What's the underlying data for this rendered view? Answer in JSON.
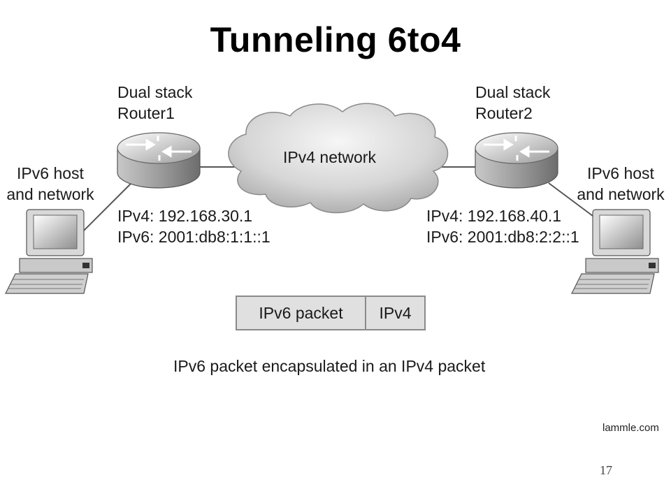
{
  "title": "Tunneling 6to4",
  "router1": {
    "label_line1": "Dual stack",
    "label_line2": "Router1",
    "ipv4": "IPv4: 192.168.30.1",
    "ipv6": "IPv6: 2001:db8:1:1::1"
  },
  "router2": {
    "label_line1": "Dual stack",
    "label_line2": "Router2",
    "ipv4": "IPv4: 192.168.40.1",
    "ipv6": "IPv6: 2001:db8:2:2::1"
  },
  "cloud_label": "IPv4 network",
  "host_left": {
    "line1": "IPv6 host",
    "line2": "and network"
  },
  "host_right": {
    "line1": "IPv6 host",
    "line2": "and network"
  },
  "packet": {
    "cell1": "IPv6 packet",
    "cell2": "IPv4"
  },
  "caption": "IPv6 packet encapsulated in an IPv4 packet",
  "source": "lammle.com",
  "page_number": "17"
}
